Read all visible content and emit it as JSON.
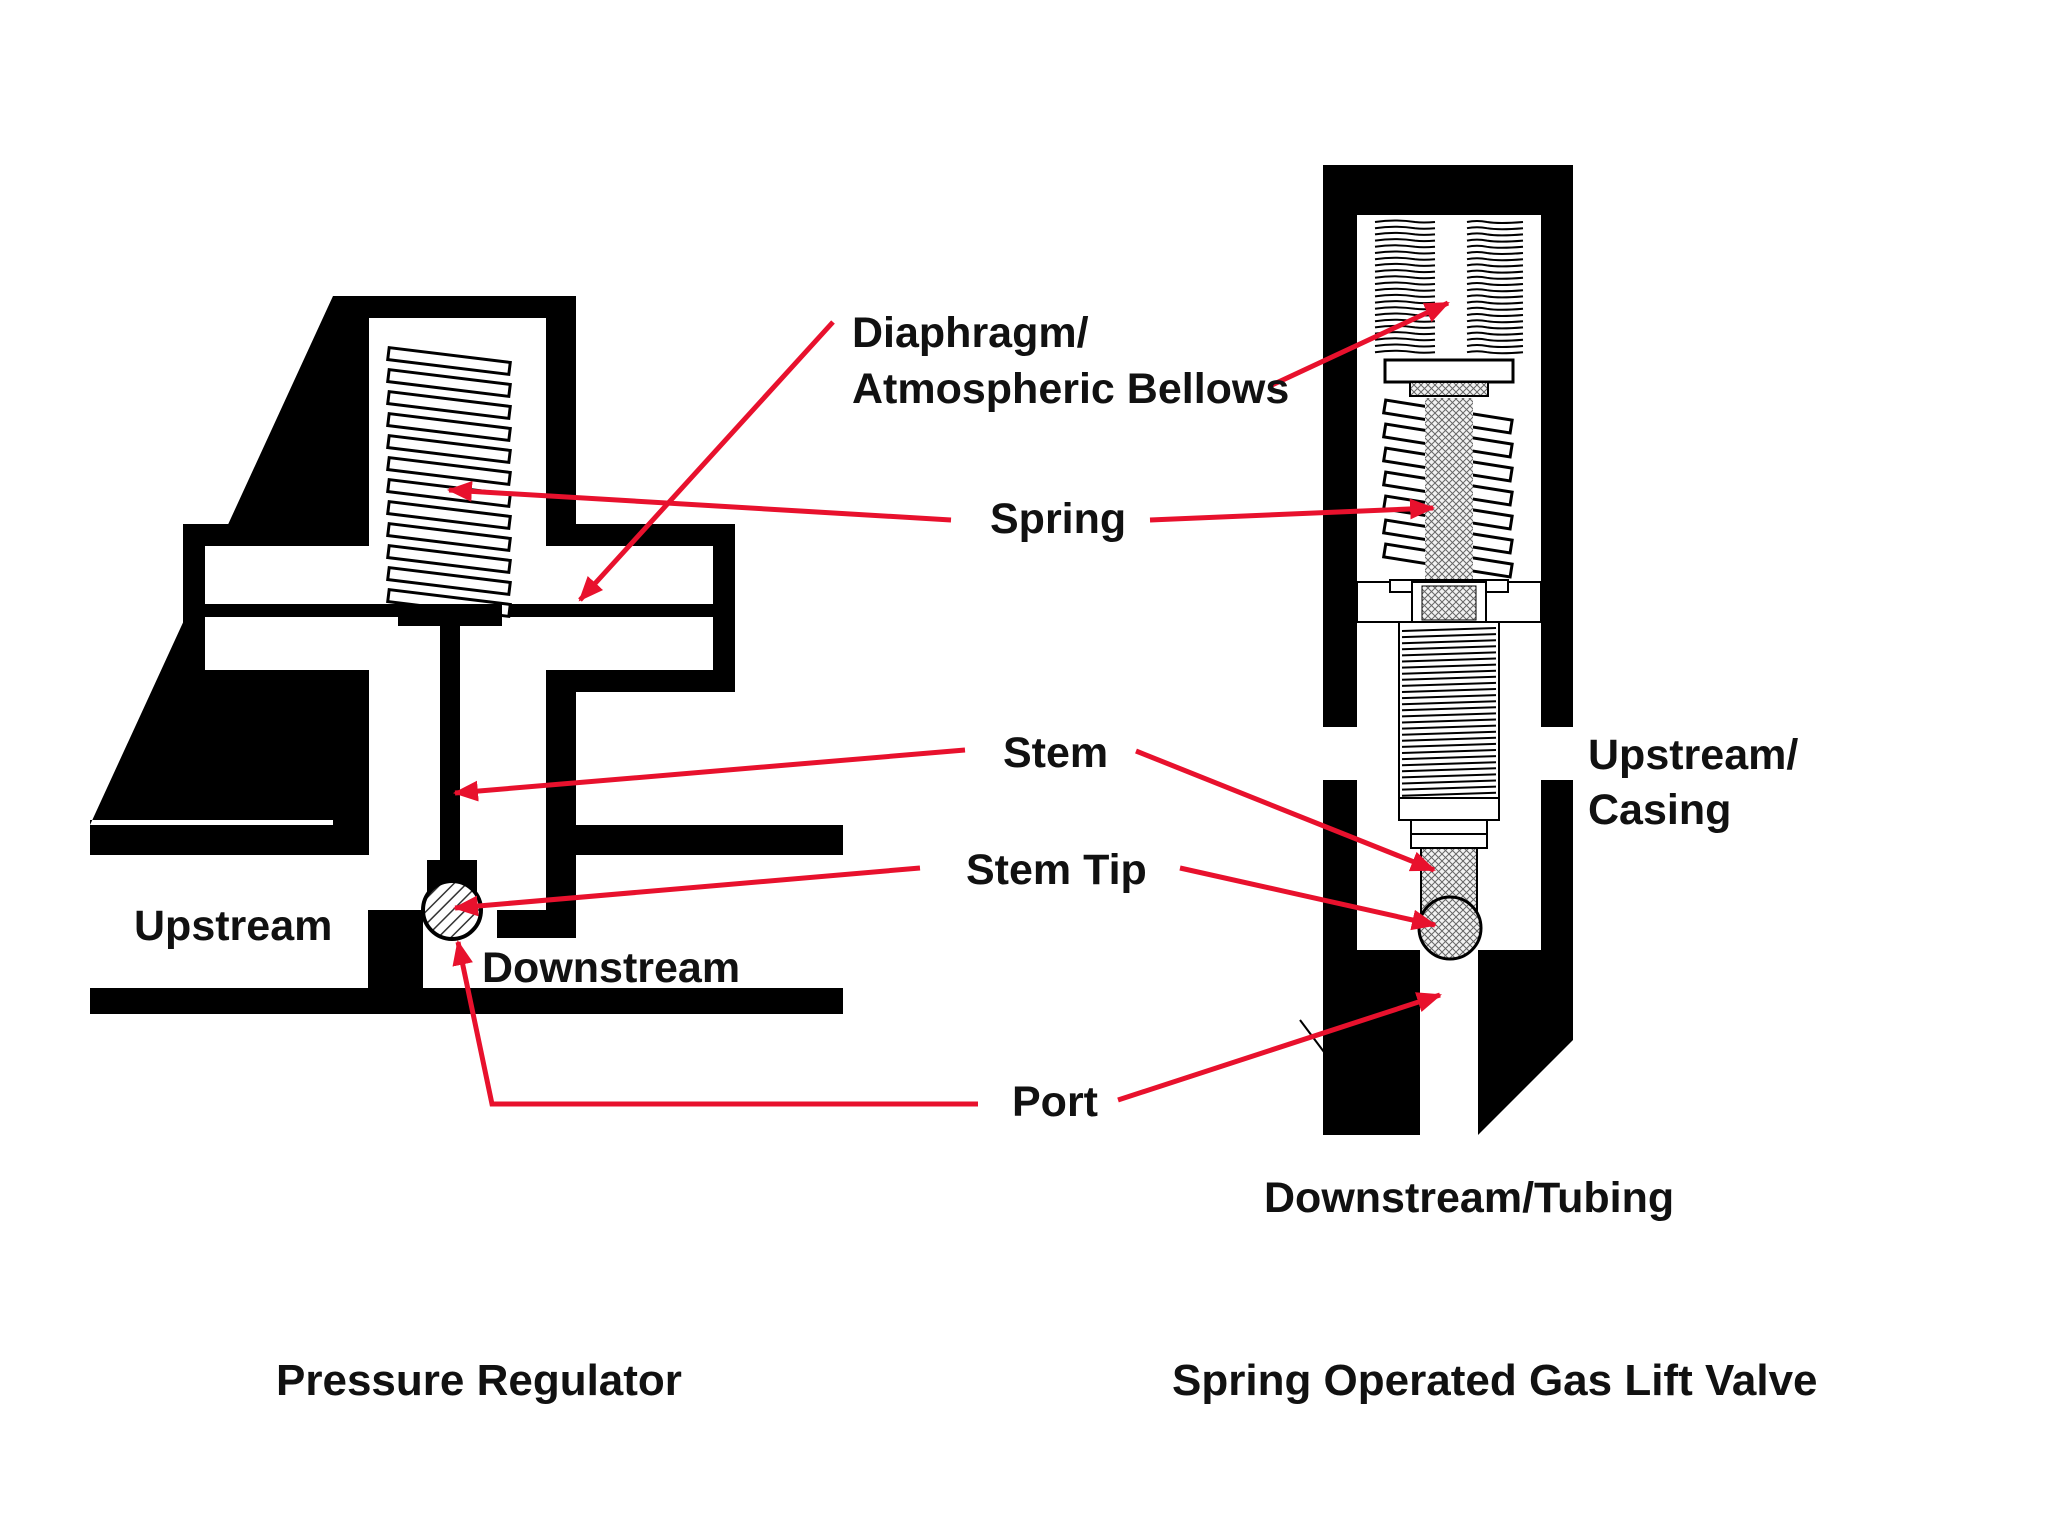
{
  "labels": {
    "diaphragm_line1": "Diaphragm/",
    "diaphragm_line2": "Atmospheric Bellows",
    "spring": "Spring",
    "stem": "Stem",
    "stem_tip": "Stem Tip",
    "port": "Port",
    "upstream": "Upstream",
    "downstream": "Downstream",
    "upstream_casing_line1": "Upstream/",
    "upstream_casing_line2": "Casing",
    "downstream_tubing": "Downstream/Tubing"
  },
  "captions": {
    "left": "Pressure Regulator",
    "right": "Spring Operated Gas Lift Valve"
  },
  "colors": {
    "arrow": "#e8112d",
    "body": "#000000",
    "background": "#ffffff"
  }
}
